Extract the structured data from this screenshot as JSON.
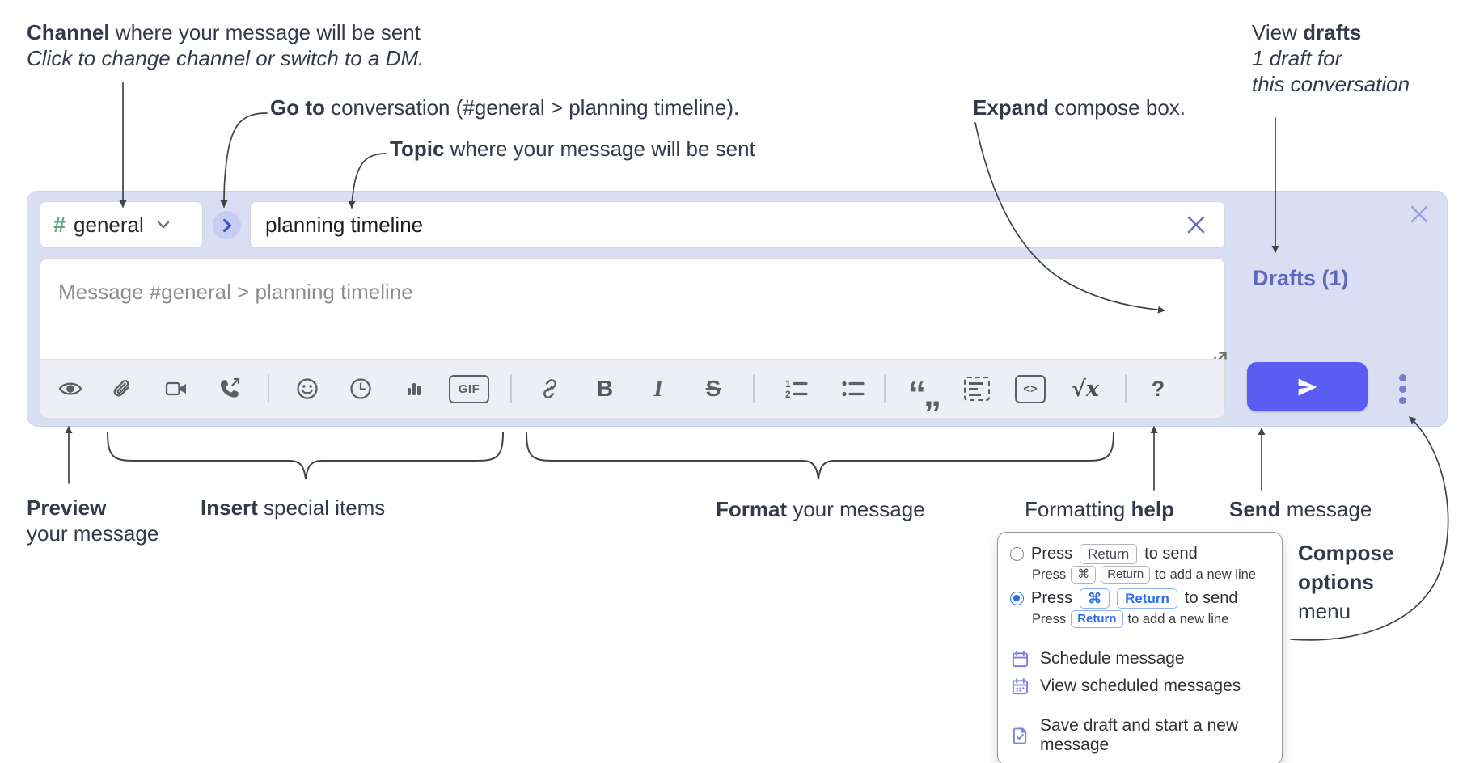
{
  "annotations": {
    "channel": {
      "bold": "Channel",
      "rest": " where your message will be sent",
      "line2": "Click to change channel or switch to a DM."
    },
    "goto": {
      "bold": "Go to",
      "rest": " conversation (#general > planning timeline)."
    },
    "topic": {
      "bold": "Topic",
      "rest": " where your message will be sent"
    },
    "expand": {
      "bold": "Expand",
      "rest": " compose box."
    },
    "drafts": {
      "line1_pre": "View ",
      "line1_bold": "drafts",
      "line2": "1 draft for",
      "line3": "this conversation"
    },
    "preview": {
      "bold": "Preview",
      "line2": "your message"
    },
    "insert": {
      "bold": "Insert",
      "rest": " special items"
    },
    "format": {
      "bold": "Format",
      "rest": " your message"
    },
    "help": {
      "pre": "Formatting ",
      "bold": "help"
    },
    "send": {
      "bold": "Send",
      "rest": " message"
    },
    "compose_options": {
      "line1": "Compose",
      "line2": "options",
      "line3": "menu"
    }
  },
  "composer": {
    "channel_hash": "#",
    "channel_name": "general",
    "topic_value": "planning timeline",
    "placeholder": "Message #general > planning timeline",
    "drafts_label": "Drafts (1)",
    "bold_label": "B",
    "italic_label": "I",
    "strike_label": "S",
    "gif_label": "GIF",
    "code_label": "<>",
    "math_label": "√x",
    "help_label": "?",
    "ol1": "1",
    "ol2": "2"
  },
  "menu": {
    "opt1_press": "Press",
    "opt1_key": "Return",
    "opt1_after": "to send",
    "opt1_sub_press": "Press",
    "opt1_sub_key1": "⌘",
    "opt1_sub_key2": "Return",
    "opt1_sub_after": "to add a new line",
    "opt2_press": "Press",
    "opt2_key1": "⌘",
    "opt2_key2": "Return",
    "opt2_after": "to send",
    "opt2_sub_press": "Press",
    "opt2_sub_key": "Return",
    "opt2_sub_after": "to add a new line",
    "items": [
      "Schedule message",
      "View scheduled messages",
      "Save draft and start a new message"
    ]
  },
  "colors": {
    "composer_bg": "#dadef2",
    "send_button": "#5b5cf2",
    "accent_blue": "#2e6fe8",
    "link_purple": "#6166c0",
    "menu_icon_purple": "#7b80e3",
    "channel_green": "#57ab7d"
  }
}
